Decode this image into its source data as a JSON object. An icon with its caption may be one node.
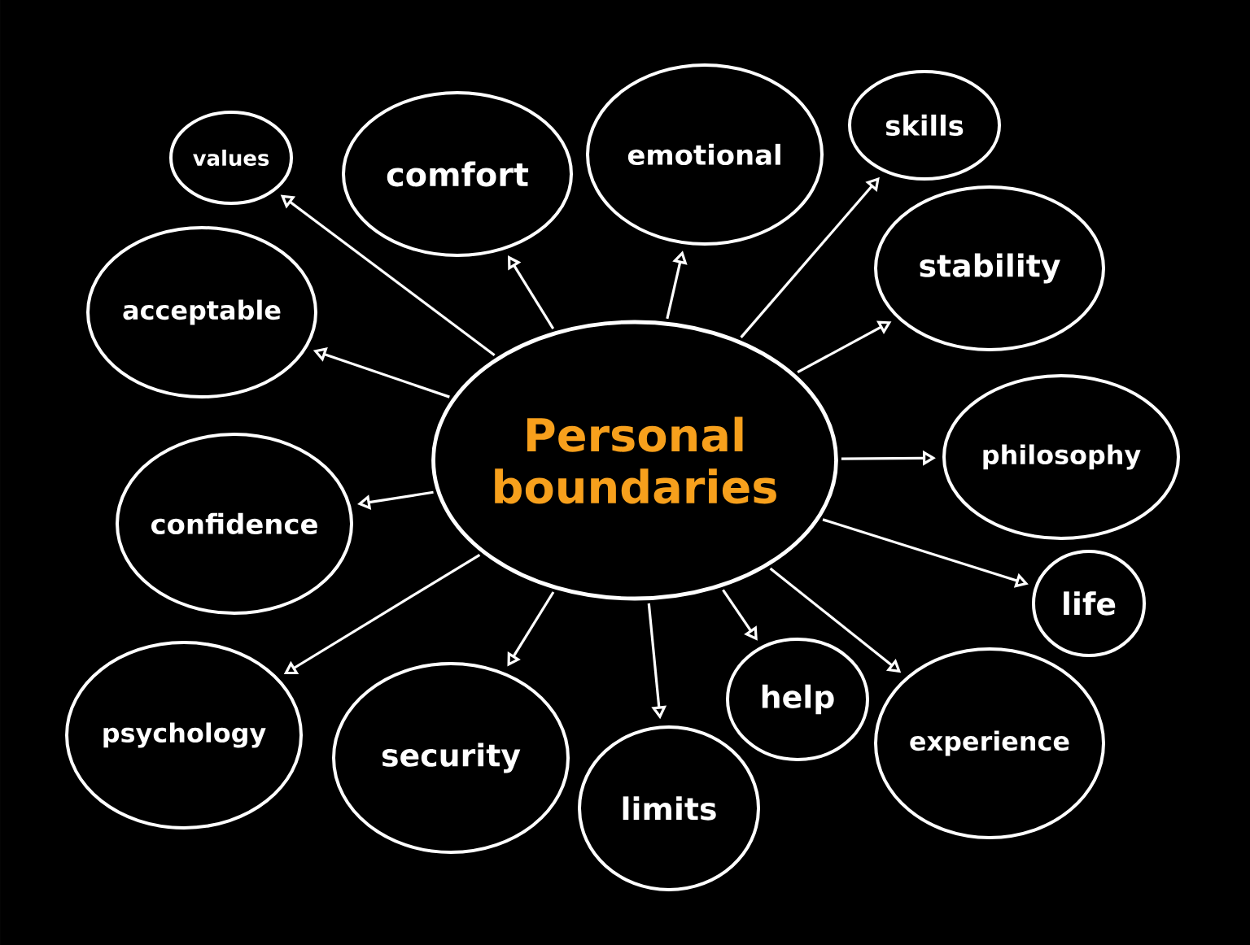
{
  "diagram": {
    "nodes": [
      {
        "text": [
          "Personal boundaries"
        ]
      },
      {
        "text": [
          "values"
        ]
      },
      {
        "text": [
          "comfort"
        ]
      },
      {
        "text": [
          "emotional"
        ]
      },
      {
        "text": [
          "skills"
        ]
      },
      {
        "text": [
          "acceptable"
        ]
      },
      {
        "text": [
          "stability"
        ]
      },
      {
        "text": [
          "philosophy"
        ]
      },
      {
        "text": [
          "confidence"
        ]
      },
      {
        "text": [
          "life"
        ]
      },
      {
        "text": [
          "psychology"
        ]
      },
      {
        "text": [
          "security"
        ]
      },
      {
        "text": [
          "help"
        ]
      },
      {
        "text": [
          "limits"
        ]
      },
      {
        "text": [
          "experience"
        ]
      }
    ],
    "edges": [
      {
        "from": 0,
        "to": 1,
        "arrow": "to"
      },
      {
        "from": 0,
        "to": 2,
        "arrow": "to"
      },
      {
        "from": 0,
        "to": 3,
        "arrow": "to"
      },
      {
        "from": 0,
        "to": 4,
        "arrow": "to"
      },
      {
        "from": 0,
        "to": 5,
        "arrow": "to"
      },
      {
        "from": 0,
        "to": 6,
        "arrow": "to"
      },
      {
        "from": 0,
        "to": 7,
        "arrow": "to"
      },
      {
        "from": 0,
        "to": 8,
        "arrow": "to"
      },
      {
        "from": 0,
        "to": 9,
        "arrow": "to"
      },
      {
        "from": 0,
        "to": 10,
        "arrow": "to"
      },
      {
        "from": 0,
        "to": 11,
        "arrow": "to"
      },
      {
        "from": 0,
        "to": 12,
        "arrow": "to"
      },
      {
        "from": 0,
        "to": 13,
        "arrow": "to"
      },
      {
        "from": 0,
        "to": 14,
        "arrow": "to"
      }
    ]
  }
}
